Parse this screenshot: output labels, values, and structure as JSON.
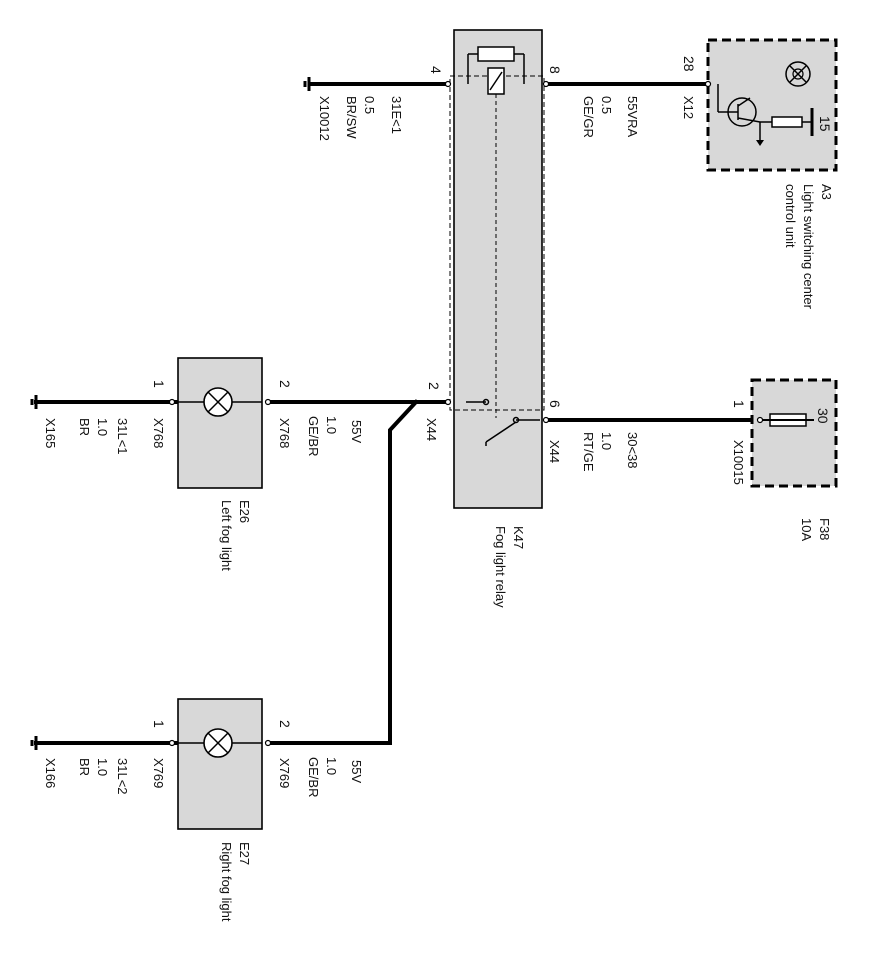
{
  "colors": {
    "component_fill": "#d8d8d8",
    "wire": "#000000",
    "background": "#ffffff"
  },
  "relay": {
    "id": "K47",
    "name": "Fog light relay",
    "pins": {
      "p4": "4",
      "p8": "8",
      "p2": "2",
      "p6": "6"
    },
    "connectors": {
      "left": "X44",
      "right": "X44"
    }
  },
  "switch_unit": {
    "id": "A3",
    "name_line1": "Light switching center",
    "name_line2": "control unit",
    "pin": "28",
    "connector": "X12",
    "terminal": "15"
  },
  "fuse": {
    "id": "F38",
    "rating": "10A",
    "pin": "1",
    "connector": "X10015",
    "terminal": "30"
  },
  "ground_relay": {
    "signal": "31E<1",
    "size": "0.5",
    "color": "BR/SW",
    "connector": "X10012"
  },
  "wire_relay_switch": {
    "signal": "55VRA",
    "size": "0.5",
    "color": "GE/GR"
  },
  "wire_fuse_relay": {
    "signal": "30<38",
    "size": "1.0",
    "color": "RT/GE"
  },
  "wire_fog_feed": {
    "signal": "55V",
    "size": "1.0",
    "color": "GE/BR"
  },
  "left_fog": {
    "id": "E26",
    "name": "Left fog light",
    "pin1": "1",
    "pin2": "2",
    "connector": "X768",
    "ground_signal": "31L<1",
    "ground_size": "1.0",
    "ground_color": "BR",
    "ground_connector": "X165"
  },
  "right_fog": {
    "id": "E27",
    "name": "Right fog light",
    "pin1": "1",
    "pin2": "2",
    "connector": "X769",
    "ground_signal": "31L<2",
    "ground_size": "1.0",
    "ground_color": "BR",
    "ground_connector": "X166"
  }
}
